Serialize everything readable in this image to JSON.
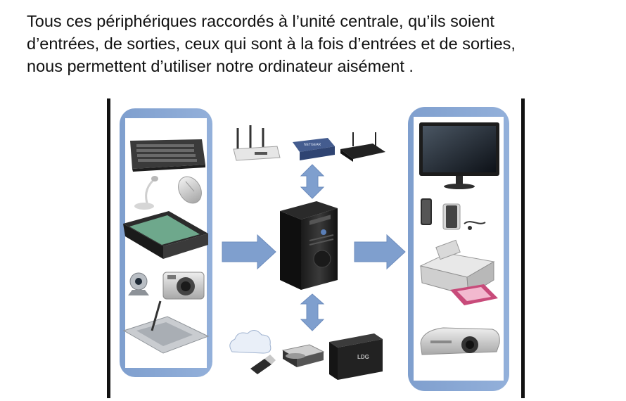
{
  "caption": {
    "line1": "Tous ces périphériques raccordés à l’unité centrale, qu’ils soient",
    "line2": "d’entrées, de sorties, ceux qui sont à la fois d’entrées et de sorties,",
    "line3": "nous permettent d’utiliser notre ordinateur aisément ."
  },
  "colors": {
    "panel": "#7f9fce",
    "arrow": "#7f9fce",
    "frame_line": "#111111"
  },
  "labels": {
    "router_brand": "NETGEAR",
    "disk_brand": "LDG"
  },
  "icons": {
    "input_panel": [
      "keyboard-icon",
      "microphone-icon",
      "mouse-icon",
      "scanner-icon",
      "webcam-icon",
      "camera-icon",
      "graphics-tablet-icon"
    ],
    "network": [
      "wifi-router-icon",
      "network-switch-icon",
      "modem-icon"
    ],
    "center": [
      "computer-tower-icon"
    ],
    "storage": [
      "cloud-icon",
      "usb-key-icon",
      "optical-drive-icon",
      "external-disk-icon"
    ],
    "output_panel": [
      "monitor-icon",
      "speakers-icon",
      "printer-icon",
      "projector-icon"
    ]
  }
}
